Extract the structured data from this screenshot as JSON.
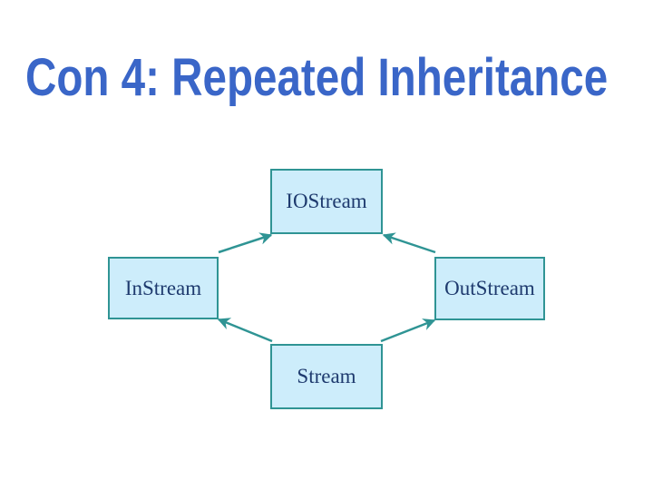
{
  "slide": {
    "title": "Con 4: Repeated Inheritance"
  },
  "diagram": {
    "nodes": [
      {
        "id": "iostream",
        "label": "IOStream"
      },
      {
        "id": "instream",
        "label": "InStream"
      },
      {
        "id": "outstream",
        "label": "OutStream"
      },
      {
        "id": "stream",
        "label": "Stream"
      }
    ],
    "edges": [
      {
        "from": "instream",
        "to": "iostream"
      },
      {
        "from": "outstream",
        "to": "iostream"
      },
      {
        "from": "stream",
        "to": "instream"
      },
      {
        "from": "stream",
        "to": "outstream"
      }
    ]
  },
  "colors": {
    "title_color": "#3A66C8",
    "box_fill": "#CDEDFB",
    "box_border": "#2F9494",
    "box_text": "#1E3A6E",
    "arrow_color": "#2F9494",
    "background": "#FFFFFF"
  }
}
